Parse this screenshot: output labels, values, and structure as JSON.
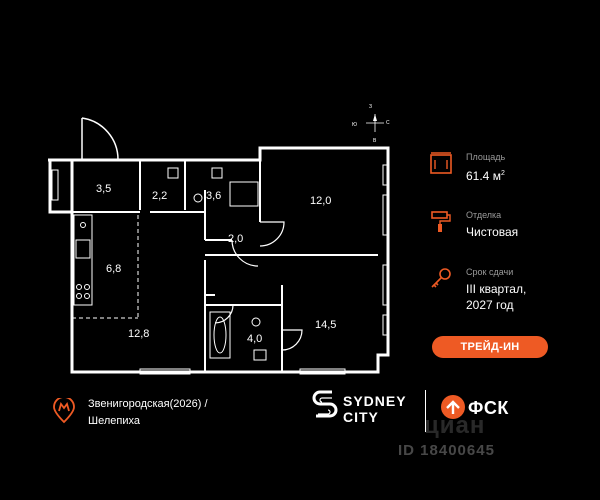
{
  "plan": {
    "rooms": [
      "3,5",
      "2,2",
      "3,6",
      "12,0",
      "2,0",
      "6,8",
      "12,8",
      "4,0",
      "14,5"
    ],
    "compass": {
      "north": "З",
      "west": "Ю",
      "east": "С",
      "south": "В"
    }
  },
  "info": {
    "area": {
      "icon": "floor-plan-icon",
      "label": "Площадь",
      "value": "61.4 м",
      "unit_sup": "2"
    },
    "finish": {
      "icon": "paint-roller-icon",
      "label": "Отделка",
      "value": "Чистовая"
    },
    "deadline": {
      "icon": "key-icon",
      "label": "Срок сдачи",
      "value_line1": "III квартал,",
      "value_line2": "2027 год"
    }
  },
  "tradein_label": "ТРЕЙД-ИН",
  "metro": {
    "icon": "metro-icon",
    "line1": "Звенигородская(2026) /",
    "line2": "Шелепиха"
  },
  "brands": {
    "sydney_line1": "SYDNEY",
    "sydney_line2": "CITY",
    "fsk": "ФСК"
  },
  "watermark": {
    "brand": "циан",
    "id": "ID 18400645"
  },
  "colors": {
    "accent": "#ee5a24",
    "background": "#000000",
    "text": "#ffffff",
    "muted": "#9a9a9a"
  }
}
